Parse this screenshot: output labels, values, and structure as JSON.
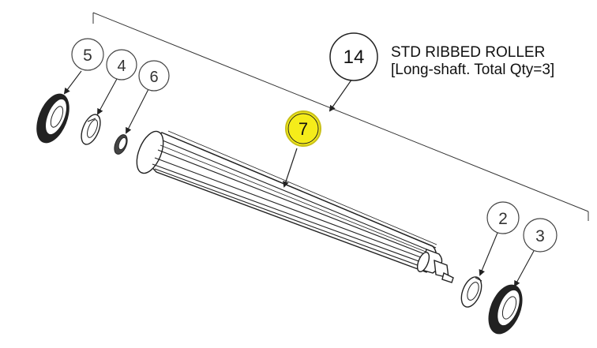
{
  "title": {
    "line1": "STD RIBBED ROLLER",
    "line2": "[Long-shaft. Total Qty=3]"
  },
  "callouts": {
    "assembly": "14",
    "roller": "7",
    "seal_left": "5",
    "ring_left": "4",
    "bearing_left": "6",
    "ring_right": "2",
    "seal_right": "3"
  },
  "colors": {
    "line": "#222222",
    "highlight": "#f5ec1a",
    "paper": "#ffffff"
  }
}
